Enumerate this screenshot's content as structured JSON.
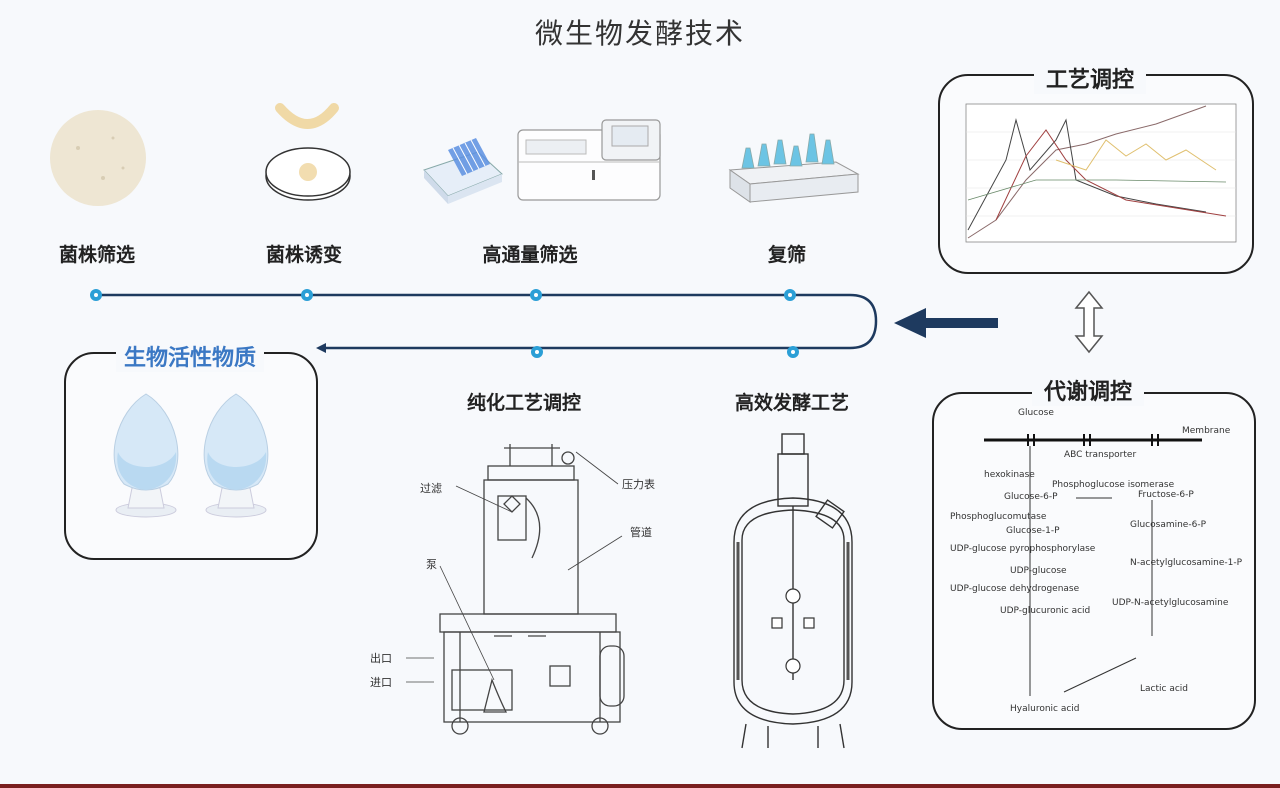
{
  "title": "微生物发酵技术",
  "steps": {
    "strain_screening": "菌株筛选",
    "strain_mutation": "菌株诱变",
    "high_throughput": "高通量筛选",
    "rescreening": "复筛",
    "purification": "纯化工艺调控",
    "fermentation": "高效发酵工艺"
  },
  "panels": {
    "bioactive": "生物活性物质",
    "process": "工艺调控",
    "metabolic": "代谢调控"
  },
  "purifier_labels": {
    "filter": "过滤",
    "pressure_gauge": "压力表",
    "pipe": "管道",
    "pump": "泵",
    "outlet": "出口",
    "inlet": "进口"
  },
  "metabolic_labels": {
    "glucose": "Glucose",
    "membrane": "Membrane",
    "transporter": "ABC transporter",
    "enzyme1": "hexokinase",
    "glucose6p": "Glucose-6-P",
    "enzyme2": "Phosphoglucose isomerase",
    "fructose6p": "Fructose-6-P",
    "pgm": "Phosphoglucomutase",
    "glucose1p": "Glucose-1-P",
    "enzyme3": "UDP-glucose pyrophosphorylase",
    "udp_glucose": "UDP-glucose",
    "glucosamine6p": "Glucosamine-6-P",
    "enzyme4": "UDP-glucose dehydrogenase",
    "acetylglucosamine": "N-acetylglucosamine-1-P",
    "udp_glcua": "UDP-glucuronic acid",
    "udp_glcnac": "UDP-N-acetylglucosamine",
    "product": "Hyaluronic acid",
    "lactic": "Lactic acid"
  },
  "colors": {
    "flow_line": "#1e3a5f",
    "dot": "#2b9fd6",
    "arrow": "#1e3a5f",
    "bio_title": "#3b78c4",
    "bottom_bar": "#7a1f1f"
  }
}
